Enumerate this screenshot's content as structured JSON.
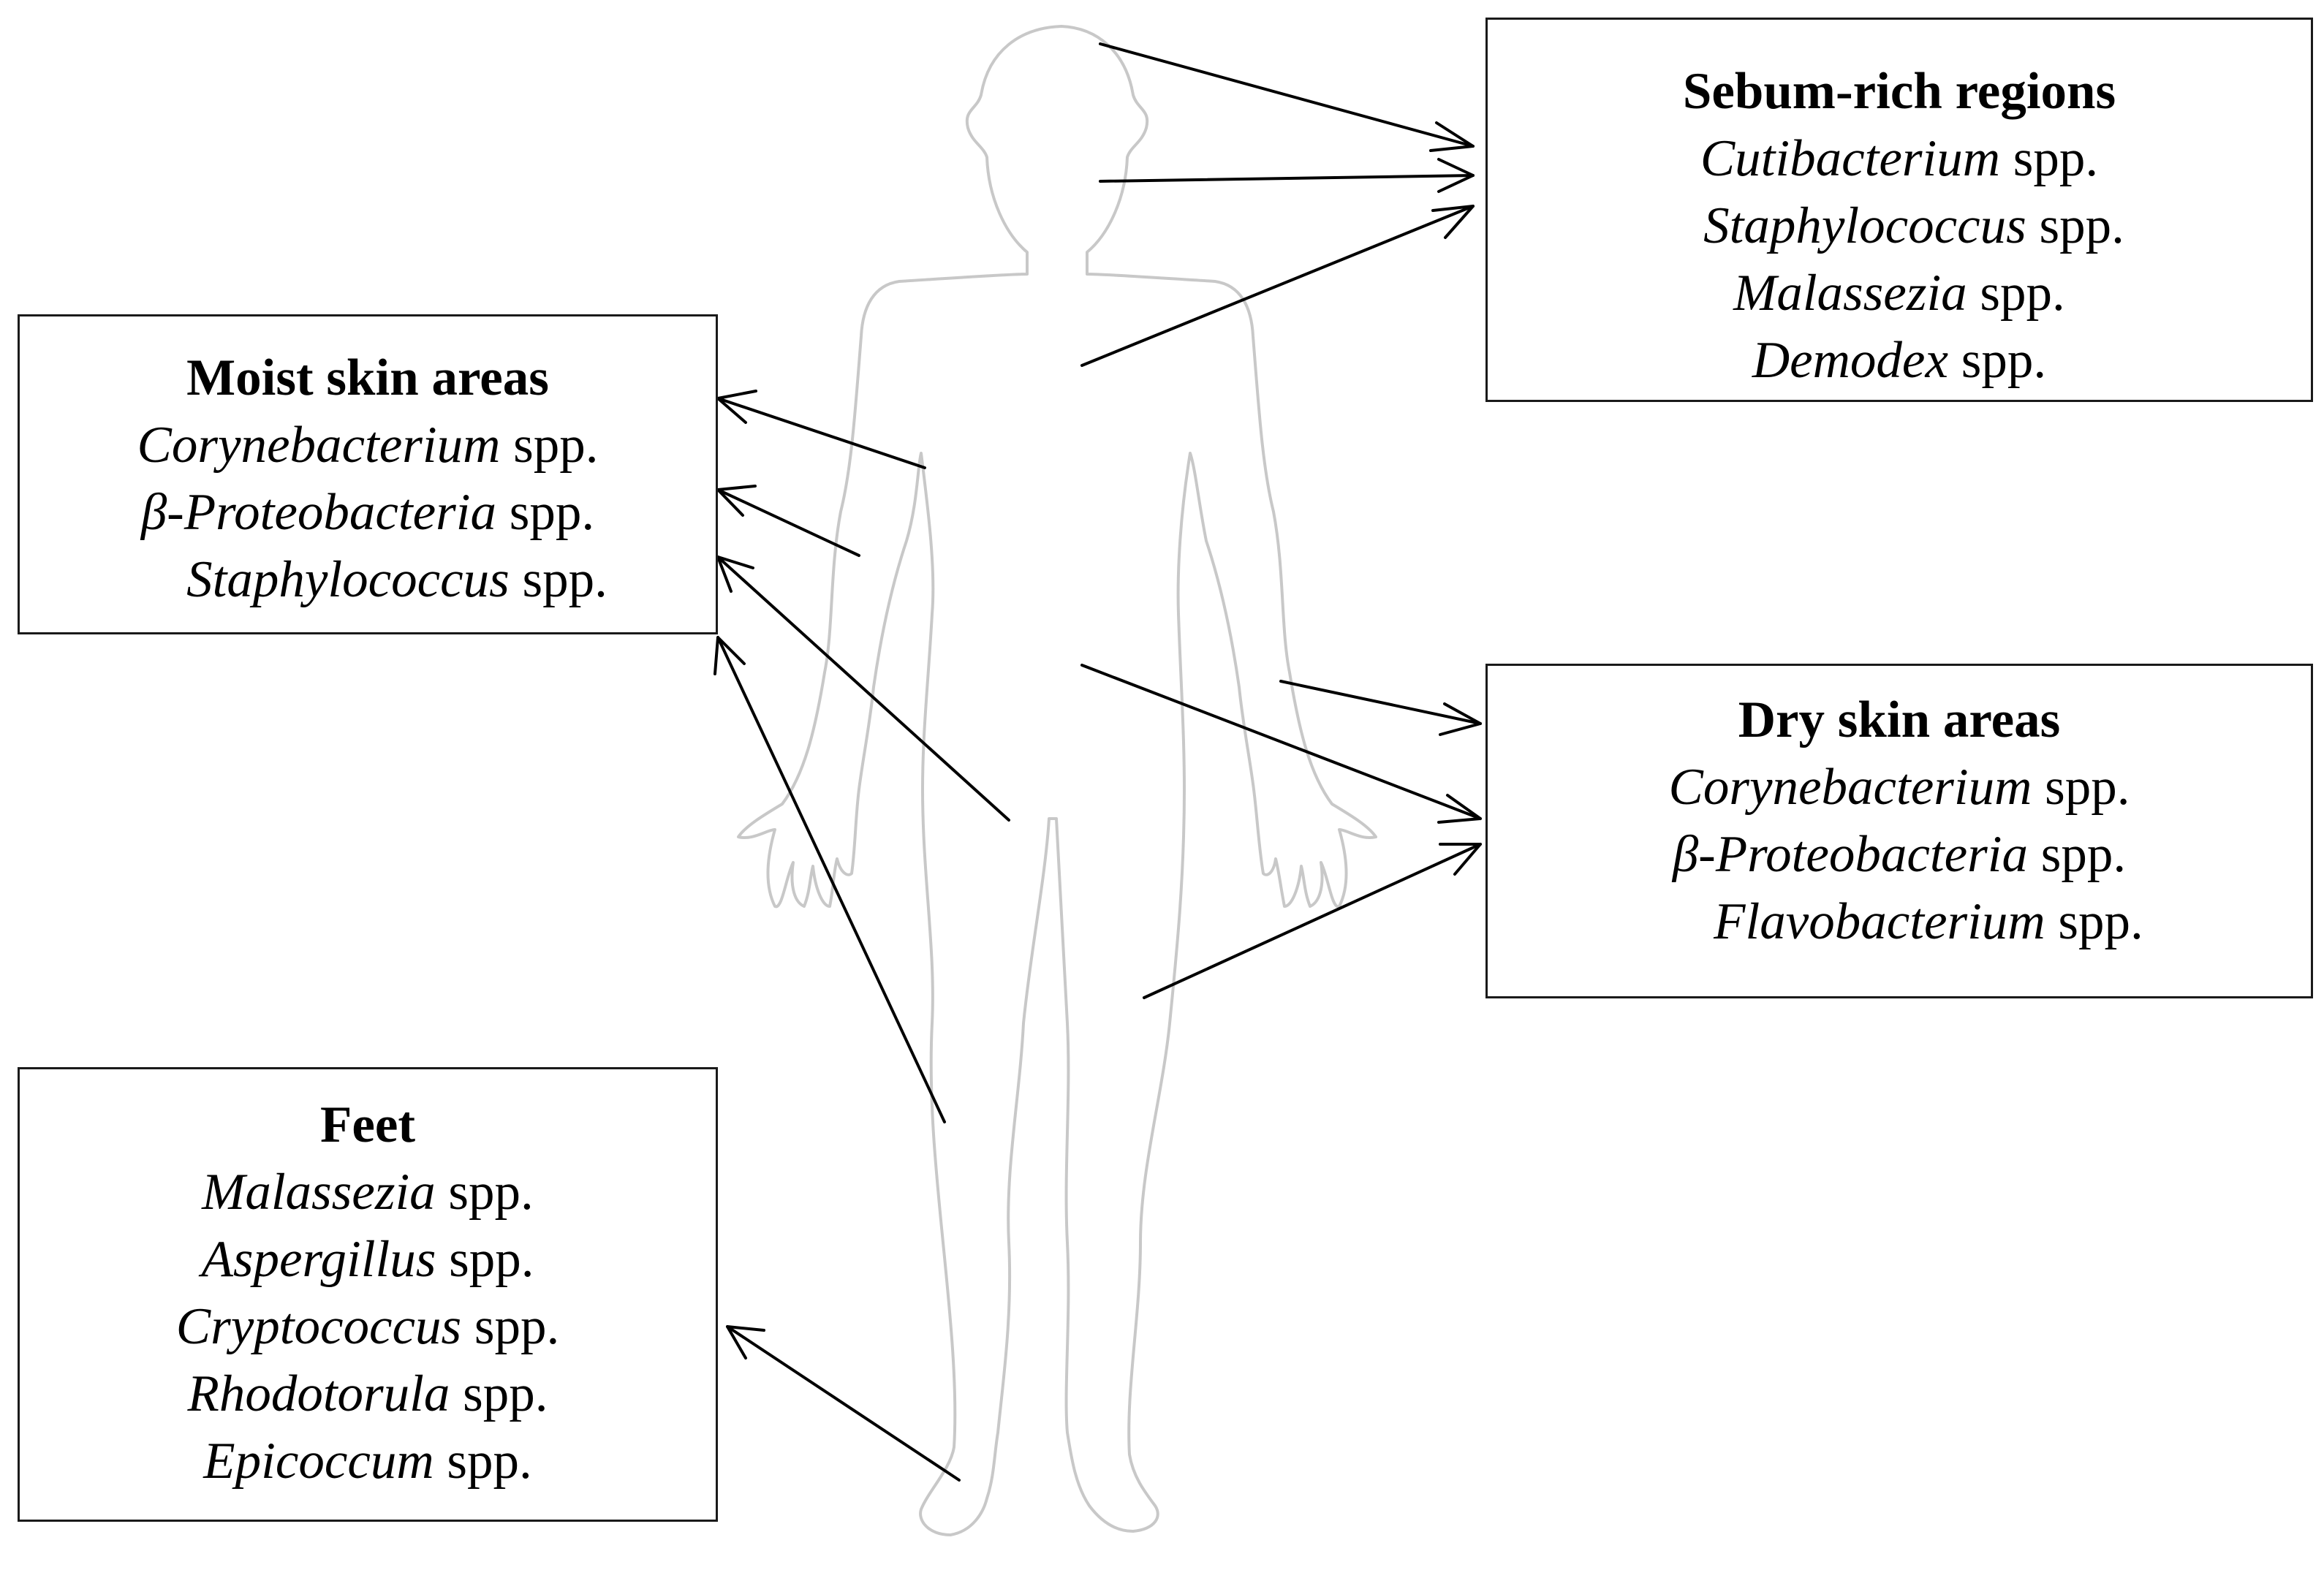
{
  "boxes": {
    "sebum": {
      "title": "Sebum-rich regions",
      "entries": [
        {
          "genus": "Cutibacterium",
          "suffix": " spp."
        },
        {
          "genus": "Staphylococcus",
          "suffix": " spp."
        },
        {
          "genus": "Malassezia",
          "suffix": " spp."
        },
        {
          "genus": "Demodex",
          "suffix": " spp."
        }
      ]
    },
    "moist": {
      "title": "Moist skin areas",
      "entries": [
        {
          "genus": "Corynebacterium",
          "suffix": " spp."
        },
        {
          "genus": "β-Proteobacteria",
          "suffix": " spp."
        },
        {
          "genus": "Staphylococcus",
          "suffix": " spp."
        }
      ]
    },
    "dry": {
      "title": "Dry skin areas",
      "entries": [
        {
          "genus": "Corynebacterium",
          "suffix": " spp."
        },
        {
          "genus": "β-Proteobacteria",
          "suffix": " spp."
        },
        {
          "genus": "Flavobacterium",
          "suffix": " spp."
        }
      ]
    },
    "feet": {
      "title": "Feet",
      "entries": [
        {
          "genus": "Malassezia",
          "suffix": " spp."
        },
        {
          "genus": "Aspergillus",
          "suffix": " spp."
        },
        {
          "genus": "Cryptococcus",
          "suffix": " spp."
        },
        {
          "genus": "Rhodotorula",
          "suffix": " spp."
        },
        {
          "genus": "Epicoccum",
          "suffix": " spp."
        }
      ]
    }
  },
  "colors": {
    "outline": "#c8c8c8",
    "arrow": "#000000",
    "border": "#1a1a1a"
  }
}
